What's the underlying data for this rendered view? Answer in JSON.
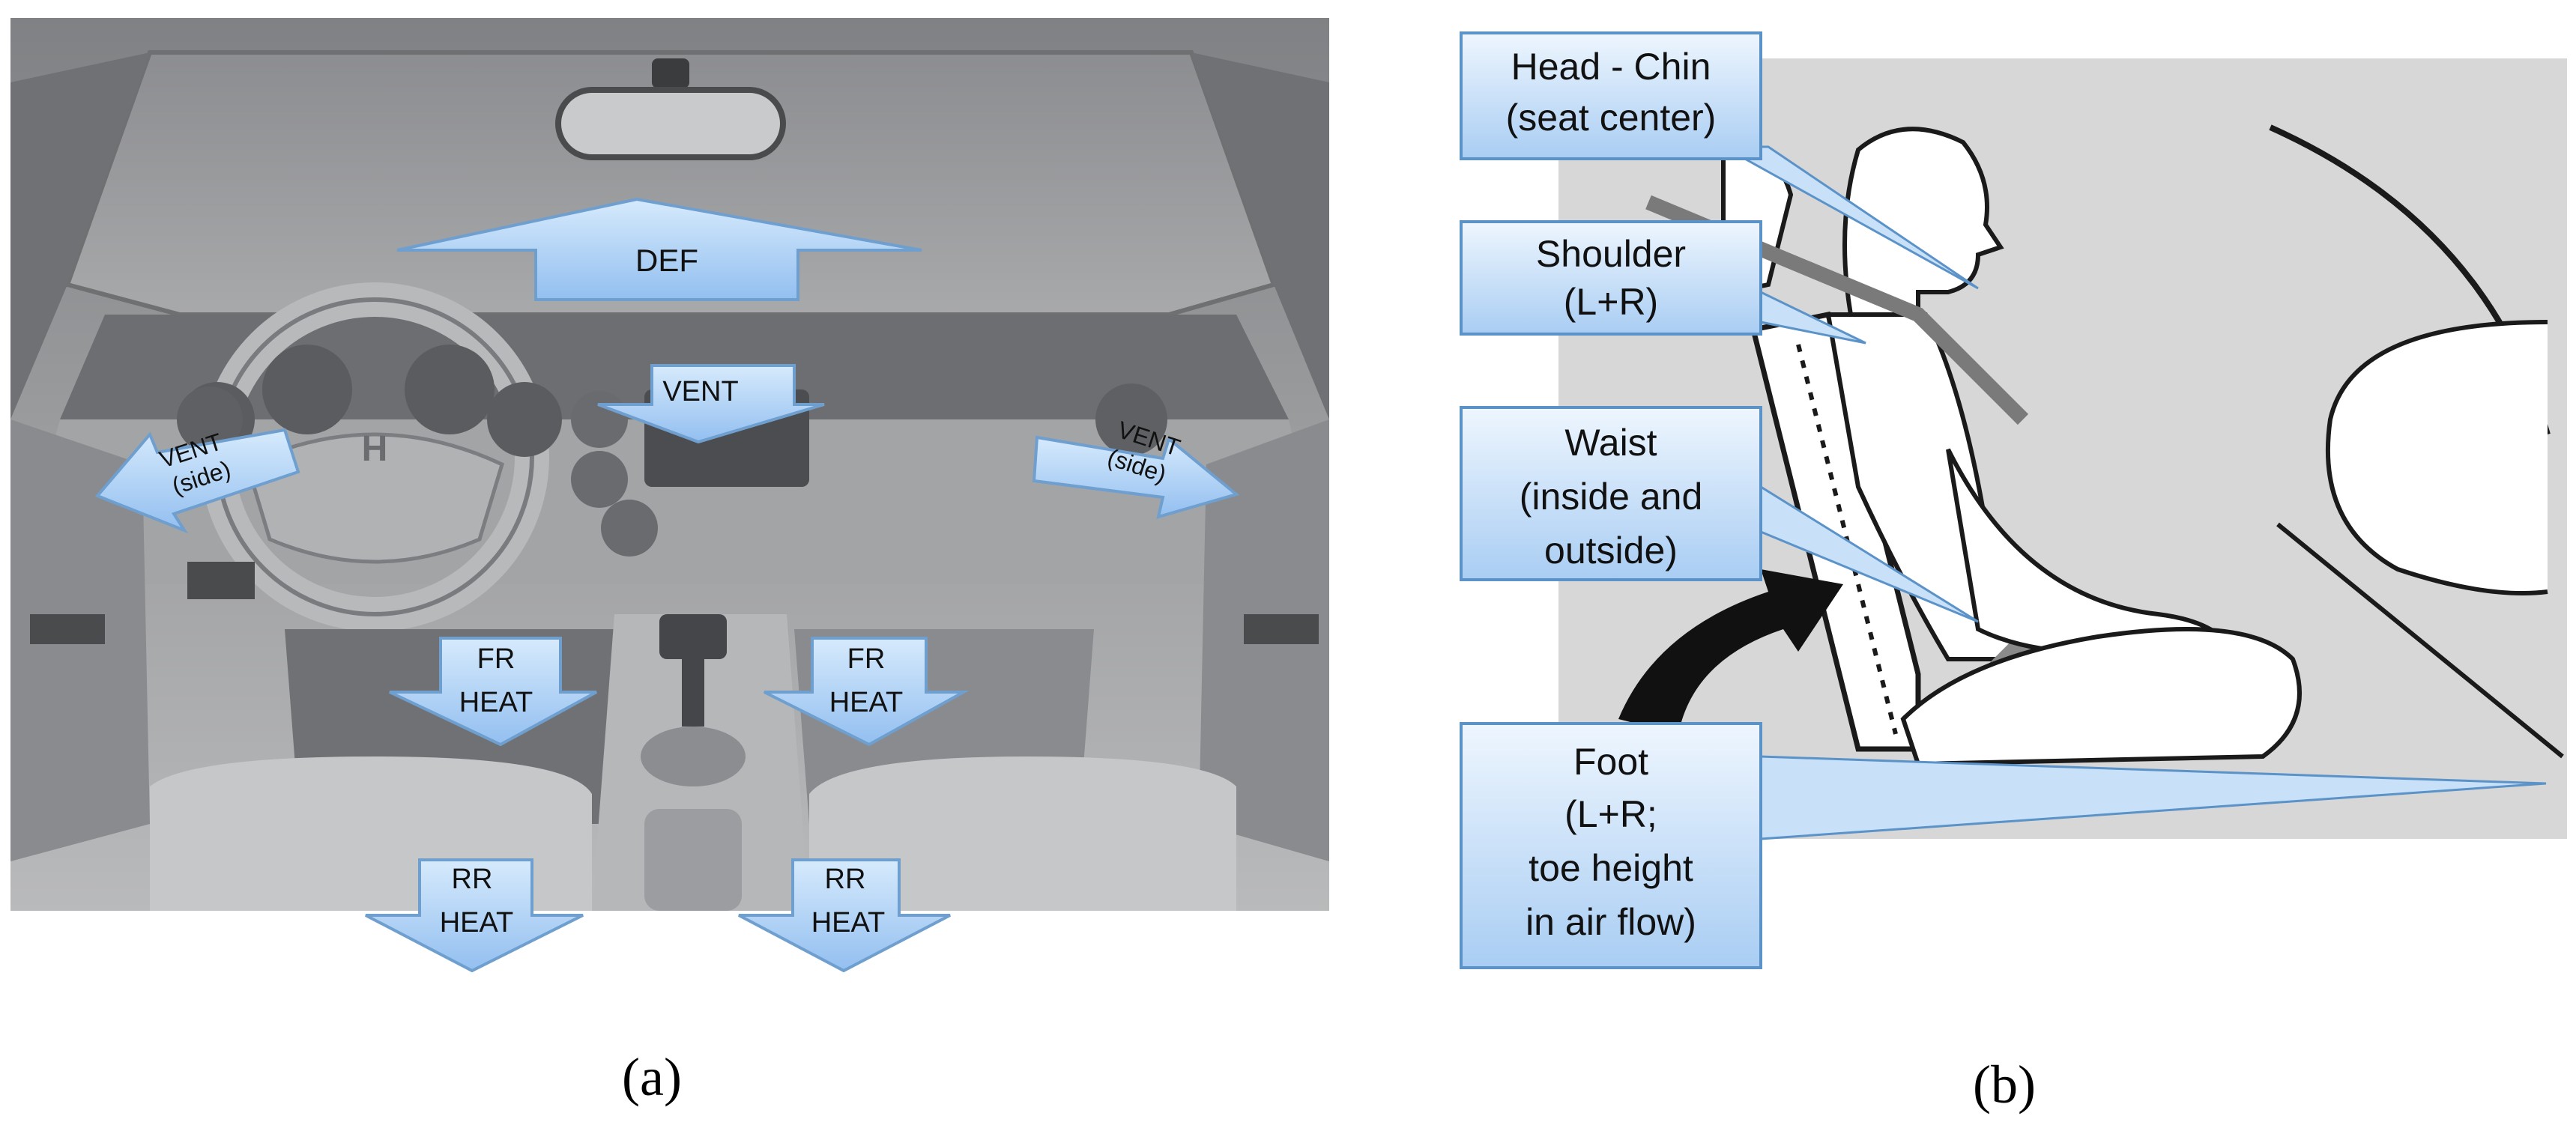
{
  "panel_a": {
    "caption": "(a)",
    "arrows": {
      "def": "DEF",
      "vent_center": "VENT",
      "vent_side_left": [
        "VENT",
        "(side)"
      ],
      "vent_side_right": [
        "VENT",
        "(side)"
      ],
      "fr_heat_left": [
        "FR",
        "HEAT"
      ],
      "fr_heat_right": [
        "FR",
        "HEAT"
      ],
      "rr_heat_left": [
        "RR",
        "HEAT"
      ],
      "rr_heat_right": [
        "RR",
        "HEAT"
      ]
    }
  },
  "panel_b": {
    "caption": "(b)",
    "callouts": {
      "head": [
        "Head - Chin",
        "(seat center)"
      ],
      "shoulder": [
        "Shoulder",
        "(L+R)"
      ],
      "waist": [
        "Waist",
        "(inside and",
        "outside)"
      ],
      "foot": [
        "Foot",
        "(L+R;",
        "toe height",
        "in air flow)"
      ]
    }
  },
  "colors": {
    "arrow_fill": "#a9d0f5",
    "arrow_edge": "#6f9fcf",
    "callout_fill": "#c8e0f8",
    "callout_edge": "#5b93c9",
    "cabin_bg": "#8e8f91",
    "seat_bg": "#d7d7d8"
  }
}
